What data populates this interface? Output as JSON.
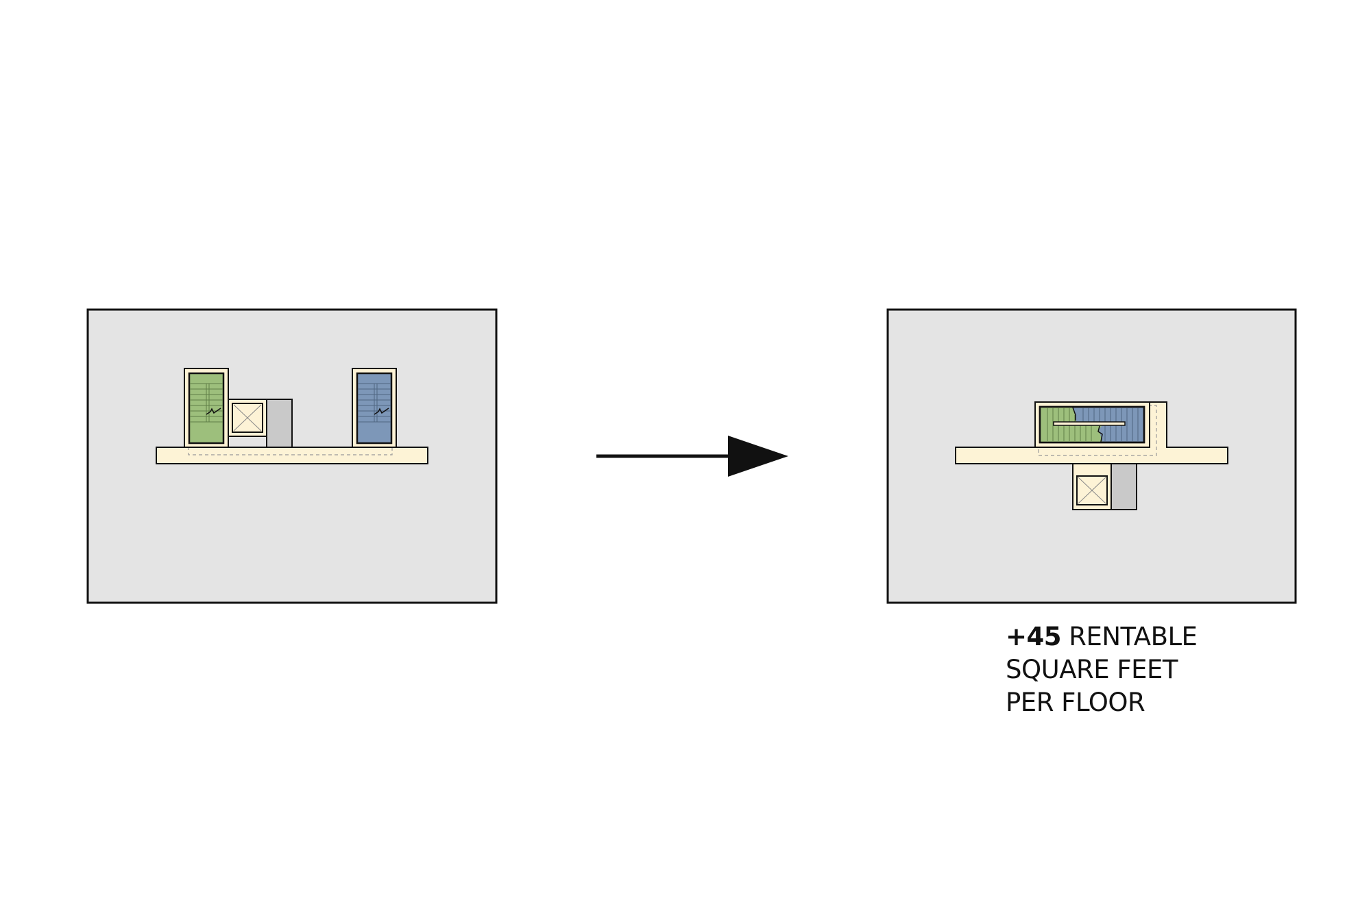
{
  "caption": {
    "value": "+45",
    "line1_rest": " RENTABLE",
    "line2": "SQUARE FEET",
    "line3": "PER FLOOR"
  },
  "colors": {
    "background": "#ffffff",
    "floor_plate": "#e4e4e4",
    "corridor": "#fdf3d6",
    "stair_a": "#9dbf7c",
    "stair_b": "#7d97b8",
    "shaft": "#c9c9c9",
    "outline": "#111111"
  },
  "icons": {
    "arrow": "right-arrow-icon",
    "elevator": "elevator-x-icon"
  }
}
